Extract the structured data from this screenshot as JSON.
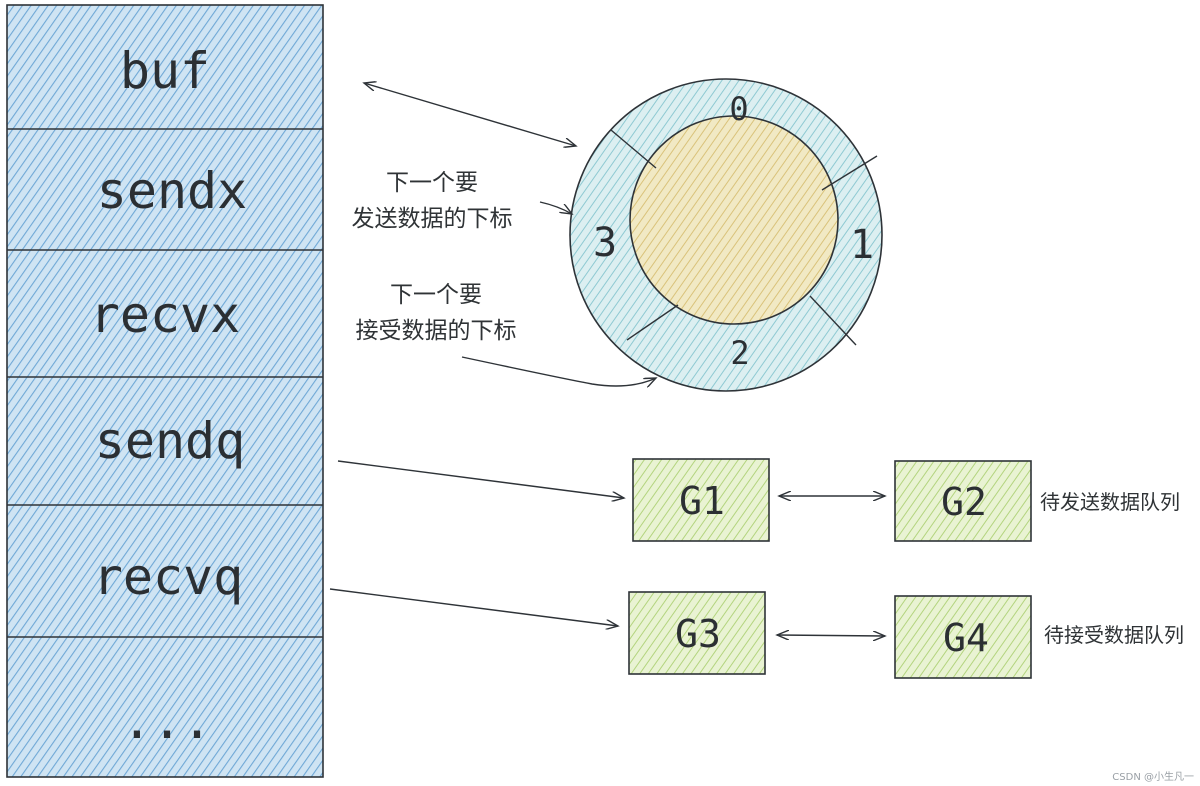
{
  "struct": {
    "fields": [
      {
        "label": "buf"
      },
      {
        "label": "sendx"
      },
      {
        "label": "recvx"
      },
      {
        "label": "sendq"
      },
      {
        "label": "recvq"
      },
      {
        "label": "..."
      }
    ]
  },
  "ring": {
    "slots": [
      "0",
      "1",
      "2",
      "3"
    ]
  },
  "notes": {
    "sendx": [
      "下一个要",
      "发送数据的下标"
    ],
    "recvx": [
      "下一个要",
      "接受数据的下标"
    ]
  },
  "queues": {
    "send": {
      "nodes": [
        "G1",
        "G2"
      ],
      "label": "待发送数据队列"
    },
    "recv": {
      "nodes": [
        "G3",
        "G4"
      ],
      "label": "待接受数据队列"
    }
  },
  "footer": "CSDN @小生凡一",
  "colors": {
    "struct_fill": "#a9cfe8",
    "struct_hatch": "#6fa8d6",
    "ring_fill": "#bfe1e6",
    "inner_fill": "#e6d9a3",
    "node_fill": "#dcebb8",
    "node_hatch": "#a8cc6a",
    "stroke": "#2e3338"
  }
}
